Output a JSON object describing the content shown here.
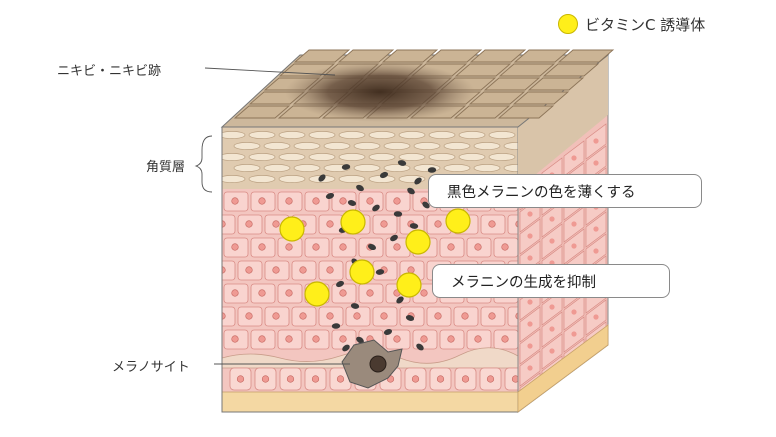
{
  "legend": {
    "vitamin_c_label": "ビタミンC 誘導体",
    "color": "#ffef1a"
  },
  "labels": {
    "acne": "ニキビ・ニキビ跡",
    "stratum_corneum": "角質層",
    "melanocyte": "メラノサイト"
  },
  "callouts": {
    "lighten": "黒色メラニンの色を薄くする",
    "suppress": "メラニンの生成を抑制"
  },
  "colors": {
    "skin_pink": "#f6c9c4",
    "cell_border": "#d98c86",
    "horny_layer": "#d9c2a6",
    "scale_tan": "#c7b193",
    "dark_spot": "#4a3526",
    "melanin": "#3a3a3a",
    "base_yellow": "#f2c98e"
  }
}
